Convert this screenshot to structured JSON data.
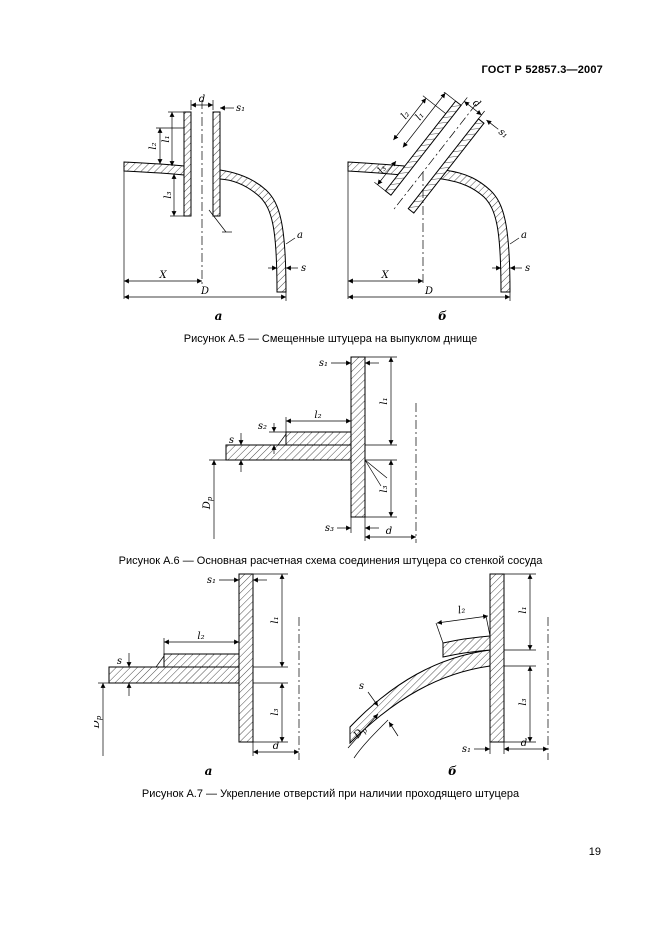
{
  "header": {
    "title": "ГОСТ Р 52857.3—2007"
  },
  "footer": {
    "page_number": "19"
  },
  "figures": {
    "a5": {
      "caption": "Рисунок А.5 — Смещенные штуцера на выпуклом днище",
      "sub_a": "а",
      "sub_b": "б",
      "labels": {
        "d": "d",
        "s1": "s₁",
        "l1": "l₁",
        "l2": "l₂",
        "l3": "l₃",
        "s": "s",
        "x": "X",
        "D": "D",
        "a": "а"
      }
    },
    "a6": {
      "caption": "Рисунок А.6 — Основная расчетная схема соединения штуцера со стенкой сосуда",
      "labels": {
        "s1": "s₁",
        "s2": "s₂",
        "s3": "s₃",
        "s": "s",
        "l1": "l₁",
        "l2": "l₂",
        "l3": "l₃",
        "d": "d",
        "Dp_main": "D",
        "Dp_sub": "р"
      }
    },
    "a7": {
      "caption": "Рисунок А.7 — Укрепление отверстий при наличии проходящего штуцера",
      "sub_a": "а",
      "sub_b": "б",
      "labels": {
        "s1": "s₁",
        "s": "s",
        "l1": "l₁",
        "l2": "l₂",
        "l3": "l₃",
        "d": "d",
        "Dp_main": "D",
        "Dp_sub": "р"
      }
    }
  }
}
